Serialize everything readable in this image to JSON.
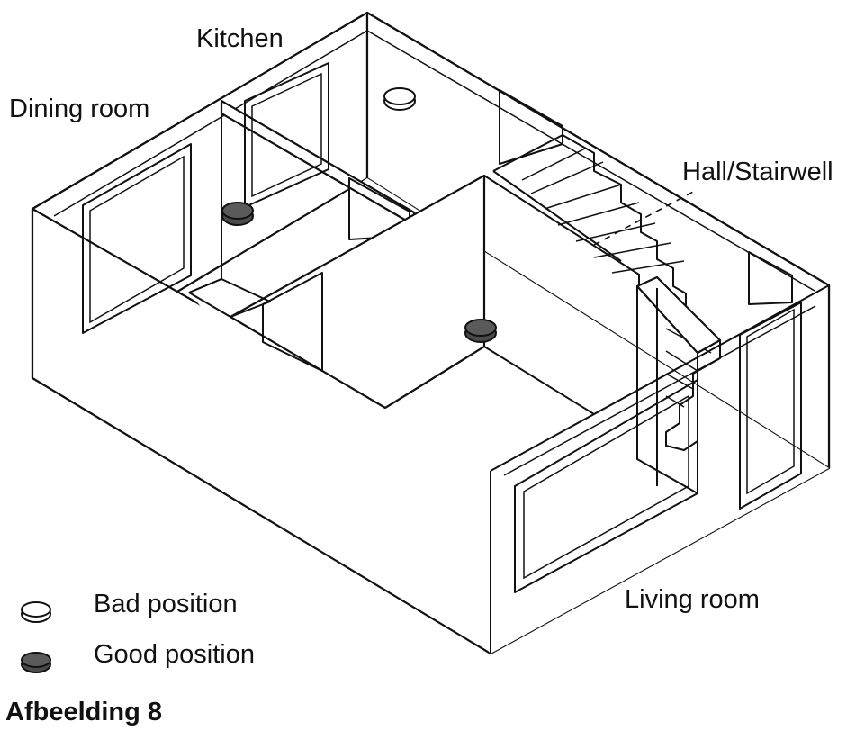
{
  "rooms": {
    "kitchen": "Kitchen",
    "dining_room": "Dining room",
    "hall_stairwell": "Hall/Stairwell",
    "living_room": "Living room"
  },
  "legend": {
    "bad": "Bad position",
    "good": "Good position"
  },
  "caption": "Afbeelding 8",
  "colors": {
    "bad_fill": "#ffffff",
    "good_fill": "#4a4a4a",
    "ink": "#111111"
  }
}
